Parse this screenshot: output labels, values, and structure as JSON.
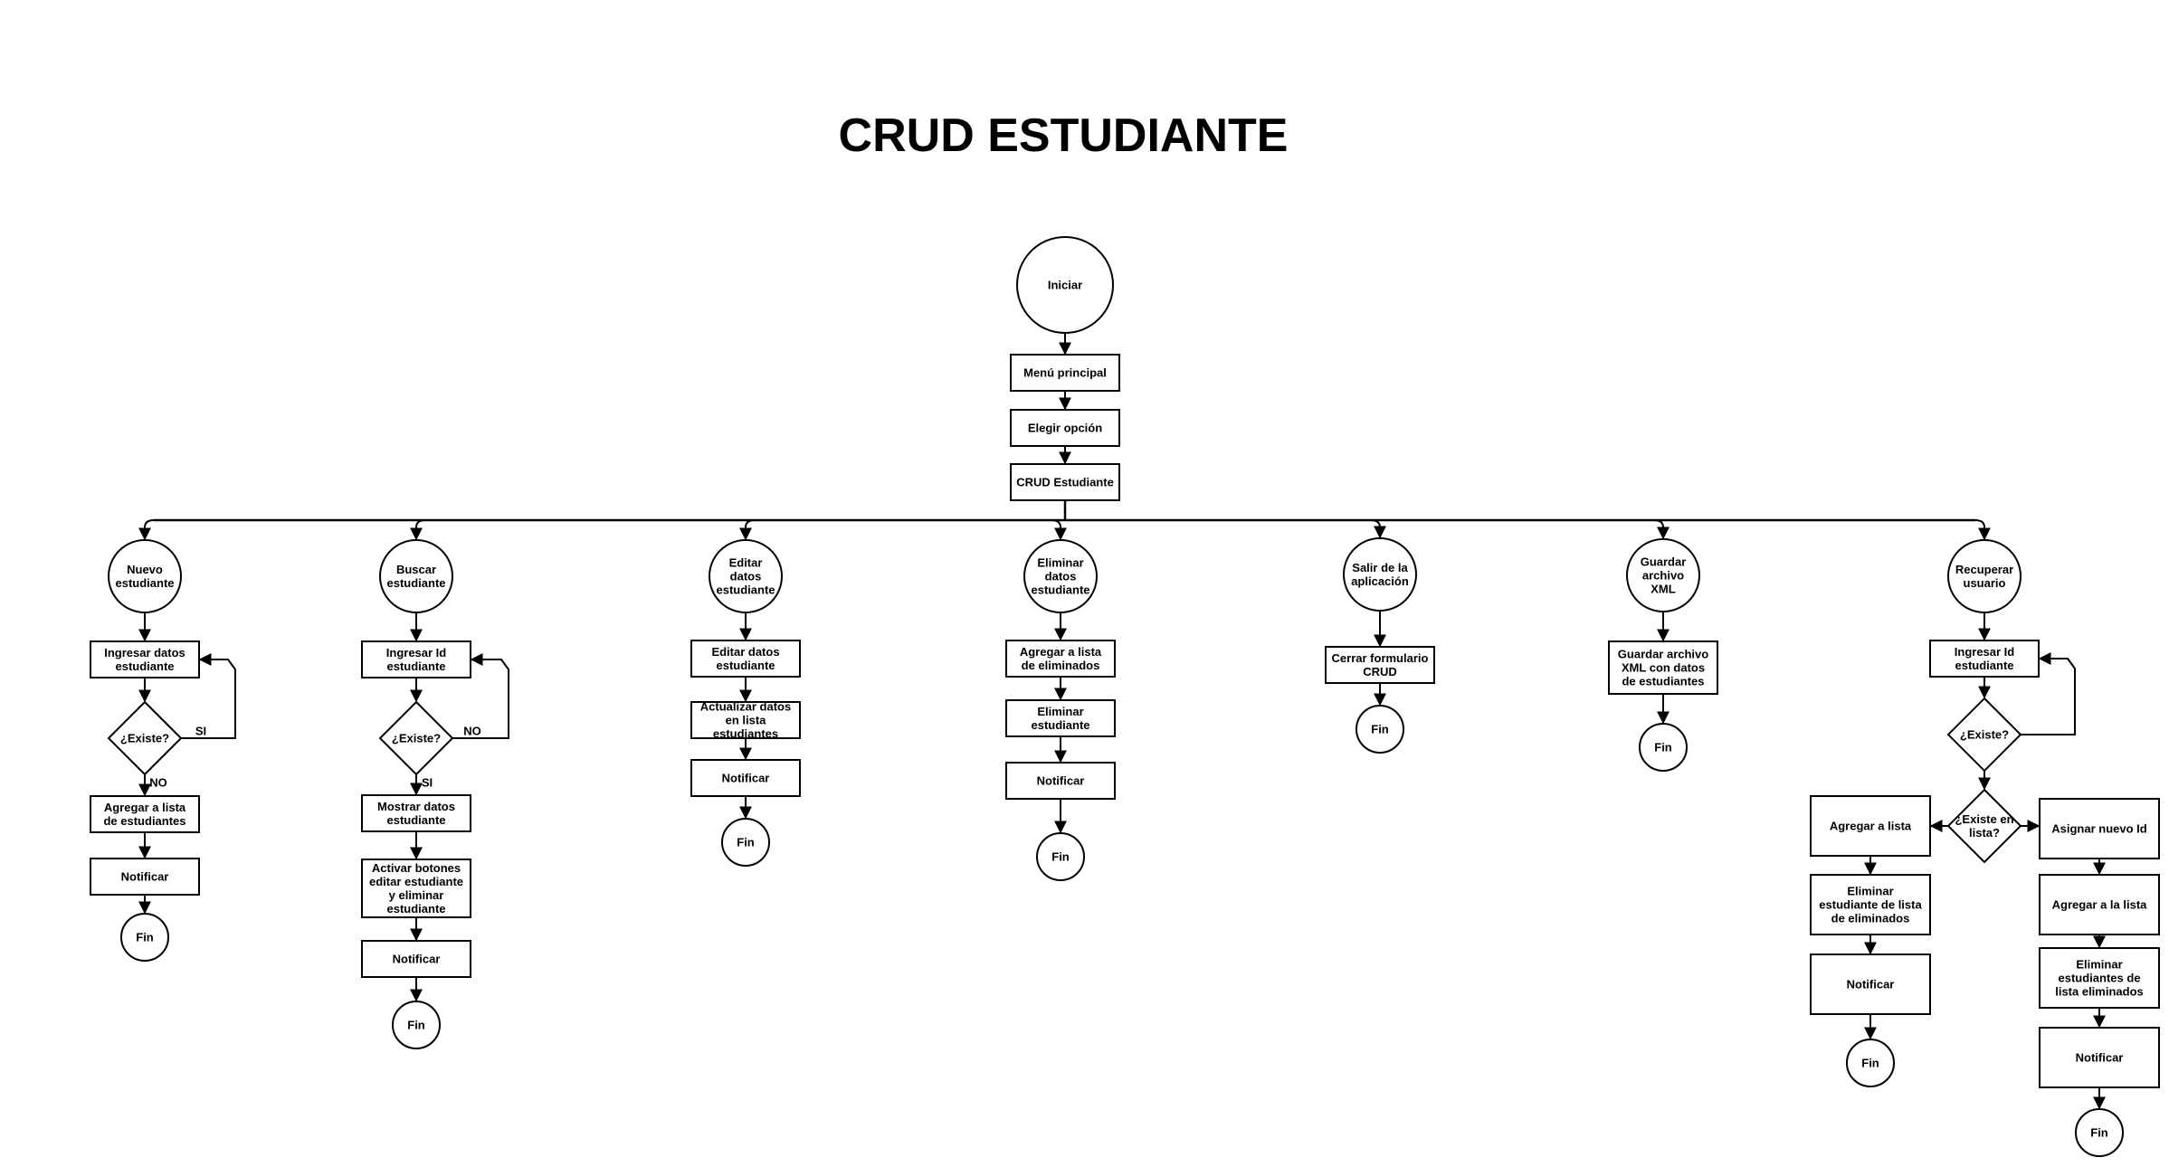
{
  "title": "CRUD ESTUDIANTE",
  "stroke_color": "#000000",
  "main": {
    "start": "Iniciar",
    "menu": "Menú principal",
    "choose": "Elegir opción",
    "crud": "CRUD Estudiante"
  },
  "branches": [
    {
      "start": [
        "Nuevo",
        "estudiante"
      ],
      "step1": [
        "Ingresar datos",
        "estudiante"
      ],
      "decision": "¿Existe?",
      "yes_label": "SI",
      "no_label": "NO",
      "step2": [
        "Agregar a lista",
        "de estudiantes"
      ],
      "step3": "Notificar",
      "end": "Fin"
    },
    {
      "start": [
        "Buscar",
        "estudiante"
      ],
      "step1": [
        "Ingresar Id",
        "estudiante"
      ],
      "decision": "¿Existe?",
      "no_label": "NO",
      "yes_label": "SI",
      "step2": [
        "Mostrar datos",
        "estudiante"
      ],
      "step3": [
        "Activar botones",
        "editar estudiante",
        "y eliminar",
        "estudiante"
      ],
      "step4": "Notificar",
      "end": "Fin"
    },
    {
      "start": [
        "Editar",
        "datos",
        "estudiante"
      ],
      "step1": [
        "Editar datos",
        "estudiante"
      ],
      "step2": [
        "Actualizar datos",
        "en lista",
        "estudiantes"
      ],
      "step3": "Notificar",
      "end": "Fin"
    },
    {
      "start": [
        "Eliminar",
        "datos",
        "estudiante"
      ],
      "step1": [
        "Agregar a lista",
        "de eliminados"
      ],
      "step2": [
        "Eliminar",
        "estudiante"
      ],
      "step3": "Notificar",
      "end": "Fin"
    },
    {
      "start": [
        "Salir de la",
        "aplicación"
      ],
      "step1": [
        "Cerrar formulario",
        "CRUD"
      ],
      "end": "Fin"
    },
    {
      "start": [
        "Guardar",
        "archivo",
        "XML"
      ],
      "step1": [
        "Guardar archivo",
        "XML con datos",
        "de estudiantes"
      ],
      "end": "Fin"
    },
    {
      "start": [
        "Recuperar",
        "usuario"
      ],
      "step1": [
        "Ingresar Id",
        "estudiante"
      ],
      "decision1": "¿Existe?",
      "decision2": [
        "¿Existe en",
        "lista?"
      ],
      "left1": "Agregar a lista",
      "left2": [
        "Eliminar",
        "estudiante de lista",
        "de eliminados"
      ],
      "left3": "Notificar",
      "left_end": "Fin",
      "right1": "Asignar nuevo Id",
      "right2": "Agregar a la lista",
      "right3": [
        "Eliminar",
        "estudiantes de",
        "lista eliminados"
      ],
      "right4": "Notificar",
      "right_end": "Fin"
    }
  ]
}
